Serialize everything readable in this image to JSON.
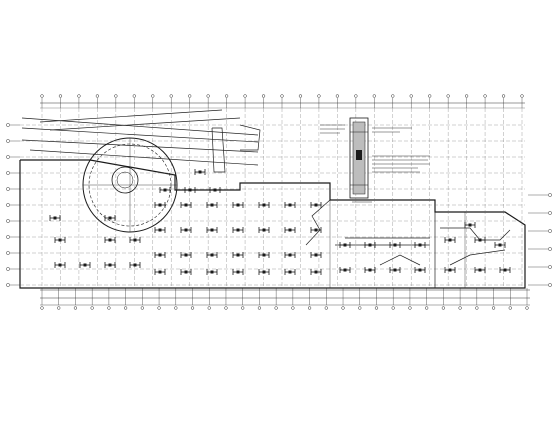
{
  "drawing": {
    "type": "structural-foundation-plan",
    "line_color": "#1a1a1a",
    "grid_color": "#444444",
    "axis_bubble_count_top": 27,
    "axis_bubble_count_left": 11,
    "axis_bubble_count_right": 6,
    "axis_bubble_count_bottom": 30
  },
  "legend_block": {
    "notes_left": [],
    "notes_right": []
  }
}
